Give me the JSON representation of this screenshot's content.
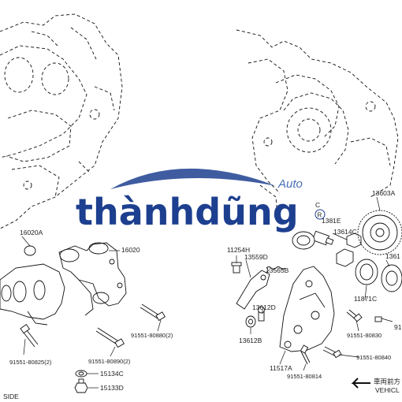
{
  "watermark": {
    "main": "thànhdũng",
    "sub": "Auto"
  },
  "labels": {
    "p16020A": "16020A",
    "p16020": "16020",
    "p11254H": "11254H",
    "p13559D": "13559D",
    "p13565B": "13565B",
    "p13612D": "13612D",
    "p13612B": "13612B",
    "p11517A": "11517A",
    "p13603A": "13603A",
    "p1361x": "1361",
    "p13614C": "13614C",
    "p11871C": "11871C",
    "p1381E": "1381E",
    "pC": "C",
    "b80825": "91551-80825(2)",
    "b80890": "91551-80890(2)",
    "b80880": "91551-80880(2)",
    "b80830": "91551-80830",
    "b80840": "91551-80840",
    "b80814": "91551-80814",
    "b91": "91",
    "p15134C": "15134C",
    "p15133D": "15133D",
    "side": "SIDE",
    "vehicle_jp": "車両前方",
    "vehicle_en": "VEHICL"
  },
  "colors": {
    "line": "#111111",
    "watermark": "#1d3f8f",
    "watermark_sub": "#4a6fb5"
  },
  "icons": [
    "front-arrow-icon",
    "registered-mark-icon",
    "car-swoosh-icon"
  ]
}
